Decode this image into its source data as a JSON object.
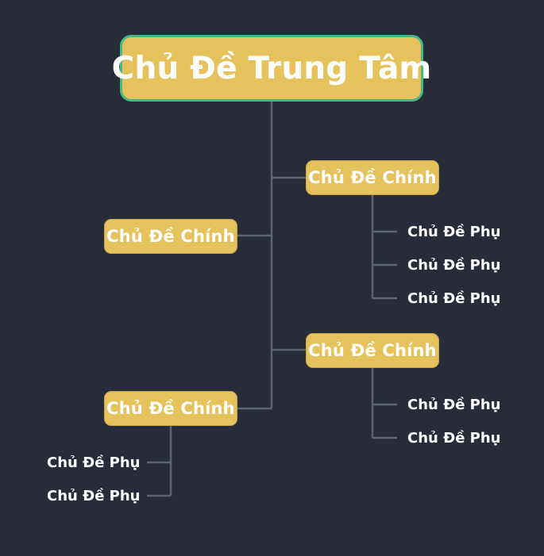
{
  "central_topic": {
    "label": "Chủ Đề Trung Tâm"
  },
  "main_topics": [
    {
      "label": "Chủ Đề Chính",
      "subtopics": [
        "Chủ Đề Phụ",
        "Chủ Đề Phụ",
        "Chủ Đề Phụ"
      ]
    },
    {
      "label": "Chủ Đề Chính",
      "subtopics": []
    },
    {
      "label": "Chủ Đề Chính",
      "subtopics": [
        "Chủ Đề Phụ",
        "Chủ Đề Phụ"
      ]
    },
    {
      "label": "Chủ Đề Chính",
      "subtopics": [
        "Chủ Đề Phụ",
        "Chủ Đề Phụ"
      ]
    }
  ],
  "colors": {
    "background": "#282b38",
    "node_fill": "#e6c25c",
    "central_border": "#48b787",
    "connector": "#5d6570",
    "text": "#ffffff"
  }
}
